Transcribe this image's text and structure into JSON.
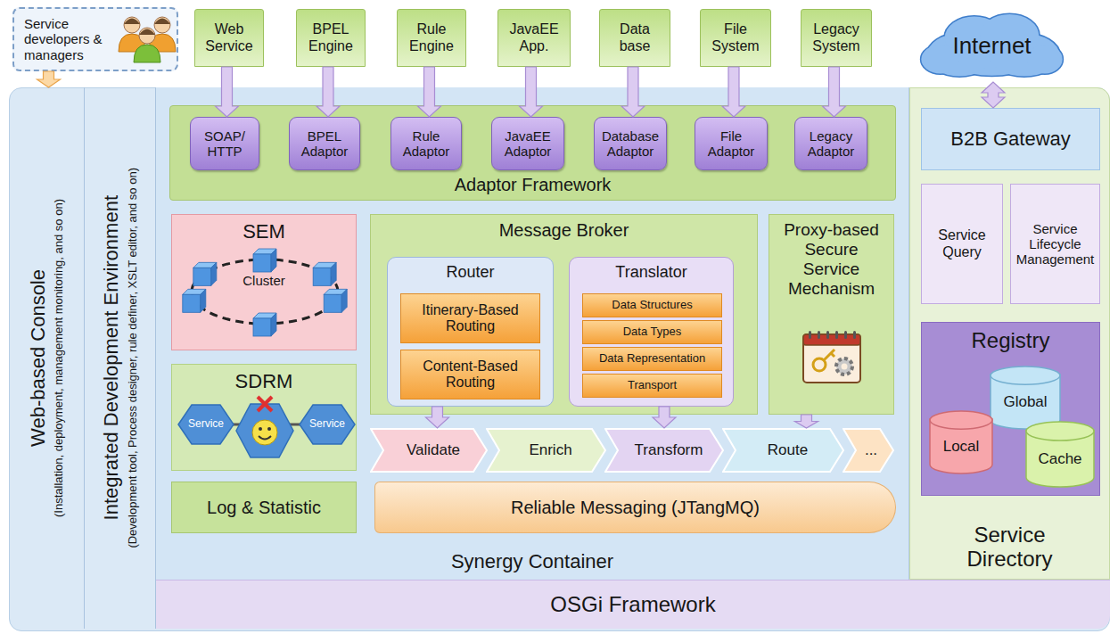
{
  "diagram": {
    "nodes": [
      {
        "text": [
          "Service developers & managers"
        ]
      },
      {
        "text": [
          "Web Service"
        ]
      },
      {
        "text": [
          "BPEL Engine"
        ]
      },
      {
        "text": [
          "Rule Engine"
        ]
      },
      {
        "text": [
          "JavaEE App."
        ]
      },
      {
        "text": [
          "Data base"
        ]
      },
      {
        "text": [
          "File System"
        ]
      },
      {
        "text": [
          "Legacy System"
        ]
      },
      {
        "text": [
          "Internet"
        ]
      },
      {
        "text": [
          "Web-based Console",
          "(Installation, deployment, management monitoring, and so on)"
        ]
      },
      {
        "text": [
          "Integrated Development Environment",
          "(Development tool, Process designer, rule definer, XSLT editor, and so on)"
        ]
      },
      {
        "text": [
          "Synergy Container"
        ]
      },
      {
        "text": [
          "Adaptor Framework"
        ],
        "in": 11
      },
      {
        "text": [
          "SOAP/ HTTP"
        ],
        "in": 12
      },
      {
        "text": [
          "BPEL Adaptor"
        ],
        "in": 12
      },
      {
        "text": [
          "Rule Adaptor"
        ],
        "in": 12
      },
      {
        "text": [
          "JavaEE Adaptor"
        ],
        "in": 12
      },
      {
        "text": [
          "Database Adaptor"
        ],
        "in": 12
      },
      {
        "text": [
          "File Adaptor"
        ],
        "in": 12
      },
      {
        "text": [
          "Legacy Adaptor"
        ],
        "in": 12
      },
      {
        "text": [
          "SEM",
          "Cluster"
        ],
        "in": 11
      },
      {
        "text": [
          "SDRM"
        ],
        "in": 11
      },
      {
        "text": [
          "Service"
        ],
        "in": 21
      },
      {
        "text": [
          "Service"
        ],
        "in": 21
      },
      {
        "text": [
          "Log & Statistic"
        ],
        "in": 11
      },
      {
        "text": [
          "Message Broker"
        ],
        "in": 11
      },
      {
        "text": [
          "Router"
        ],
        "in": 25
      },
      {
        "text": [
          "Itinerary-Based Routing"
        ],
        "in": 26
      },
      {
        "text": [
          "Content-Based Routing"
        ],
        "in": 26
      },
      {
        "text": [
          "Translator"
        ],
        "in": 25
      },
      {
        "text": [
          "Data Structures"
        ],
        "in": 29
      },
      {
        "text": [
          "Data Types"
        ],
        "in": 29
      },
      {
        "text": [
          "Data Representation"
        ],
        "in": 29
      },
      {
        "text": [
          "Transport"
        ],
        "in": 29
      },
      {
        "text": [
          "Proxy-based Secure Service Mechanism"
        ],
        "in": 11
      },
      {
        "text": [
          "Validate"
        ],
        "in": 11
      },
      {
        "text": [
          "Enrich"
        ],
        "in": 11
      },
      {
        "text": [
          "Transform"
        ],
        "in": 11
      },
      {
        "text": [
          "Route"
        ],
        "in": 11
      },
      {
        "text": [
          "..."
        ],
        "in": 11
      },
      {
        "text": [
          "Reliable Messaging (JTangMQ)"
        ],
        "in": 11
      },
      {
        "text": [
          "Service Directory"
        ]
      },
      {
        "text": [
          "B2B Gateway"
        ],
        "in": 41
      },
      {
        "text": [
          "Service Query"
        ],
        "in": 41
      },
      {
        "text": [
          "Service Lifecycle Management"
        ],
        "in": 41
      },
      {
        "text": [
          "Registry"
        ],
        "in": 41
      },
      {
        "text": [
          "Global"
        ],
        "in": 45
      },
      {
        "text": [
          "Local"
        ],
        "in": 45
      },
      {
        "text": [
          "Cache"
        ],
        "in": 45
      },
      {
        "text": [
          "OSGi Framework"
        ]
      }
    ],
    "edges": [
      {
        "from": 0,
        "to": 9,
        "arrow": "to"
      },
      {
        "from": 1,
        "to": 13,
        "arrow": "to"
      },
      {
        "from": 2,
        "to": 14,
        "arrow": "to"
      },
      {
        "from": 3,
        "to": 15,
        "arrow": "to"
      },
      {
        "from": 4,
        "to": 16,
        "arrow": "to"
      },
      {
        "from": 5,
        "to": 17,
        "arrow": "to"
      },
      {
        "from": 6,
        "to": 18,
        "arrow": "to"
      },
      {
        "from": 7,
        "to": 19,
        "arrow": "to"
      },
      {
        "from": 8,
        "to": 42,
        "arrow": "both"
      },
      {
        "from": 26,
        "to": 35,
        "arrow": "to"
      },
      {
        "from": 29,
        "to": 37,
        "arrow": "to"
      },
      {
        "from": 34,
        "to": 38,
        "arrow": "to"
      }
    ]
  }
}
